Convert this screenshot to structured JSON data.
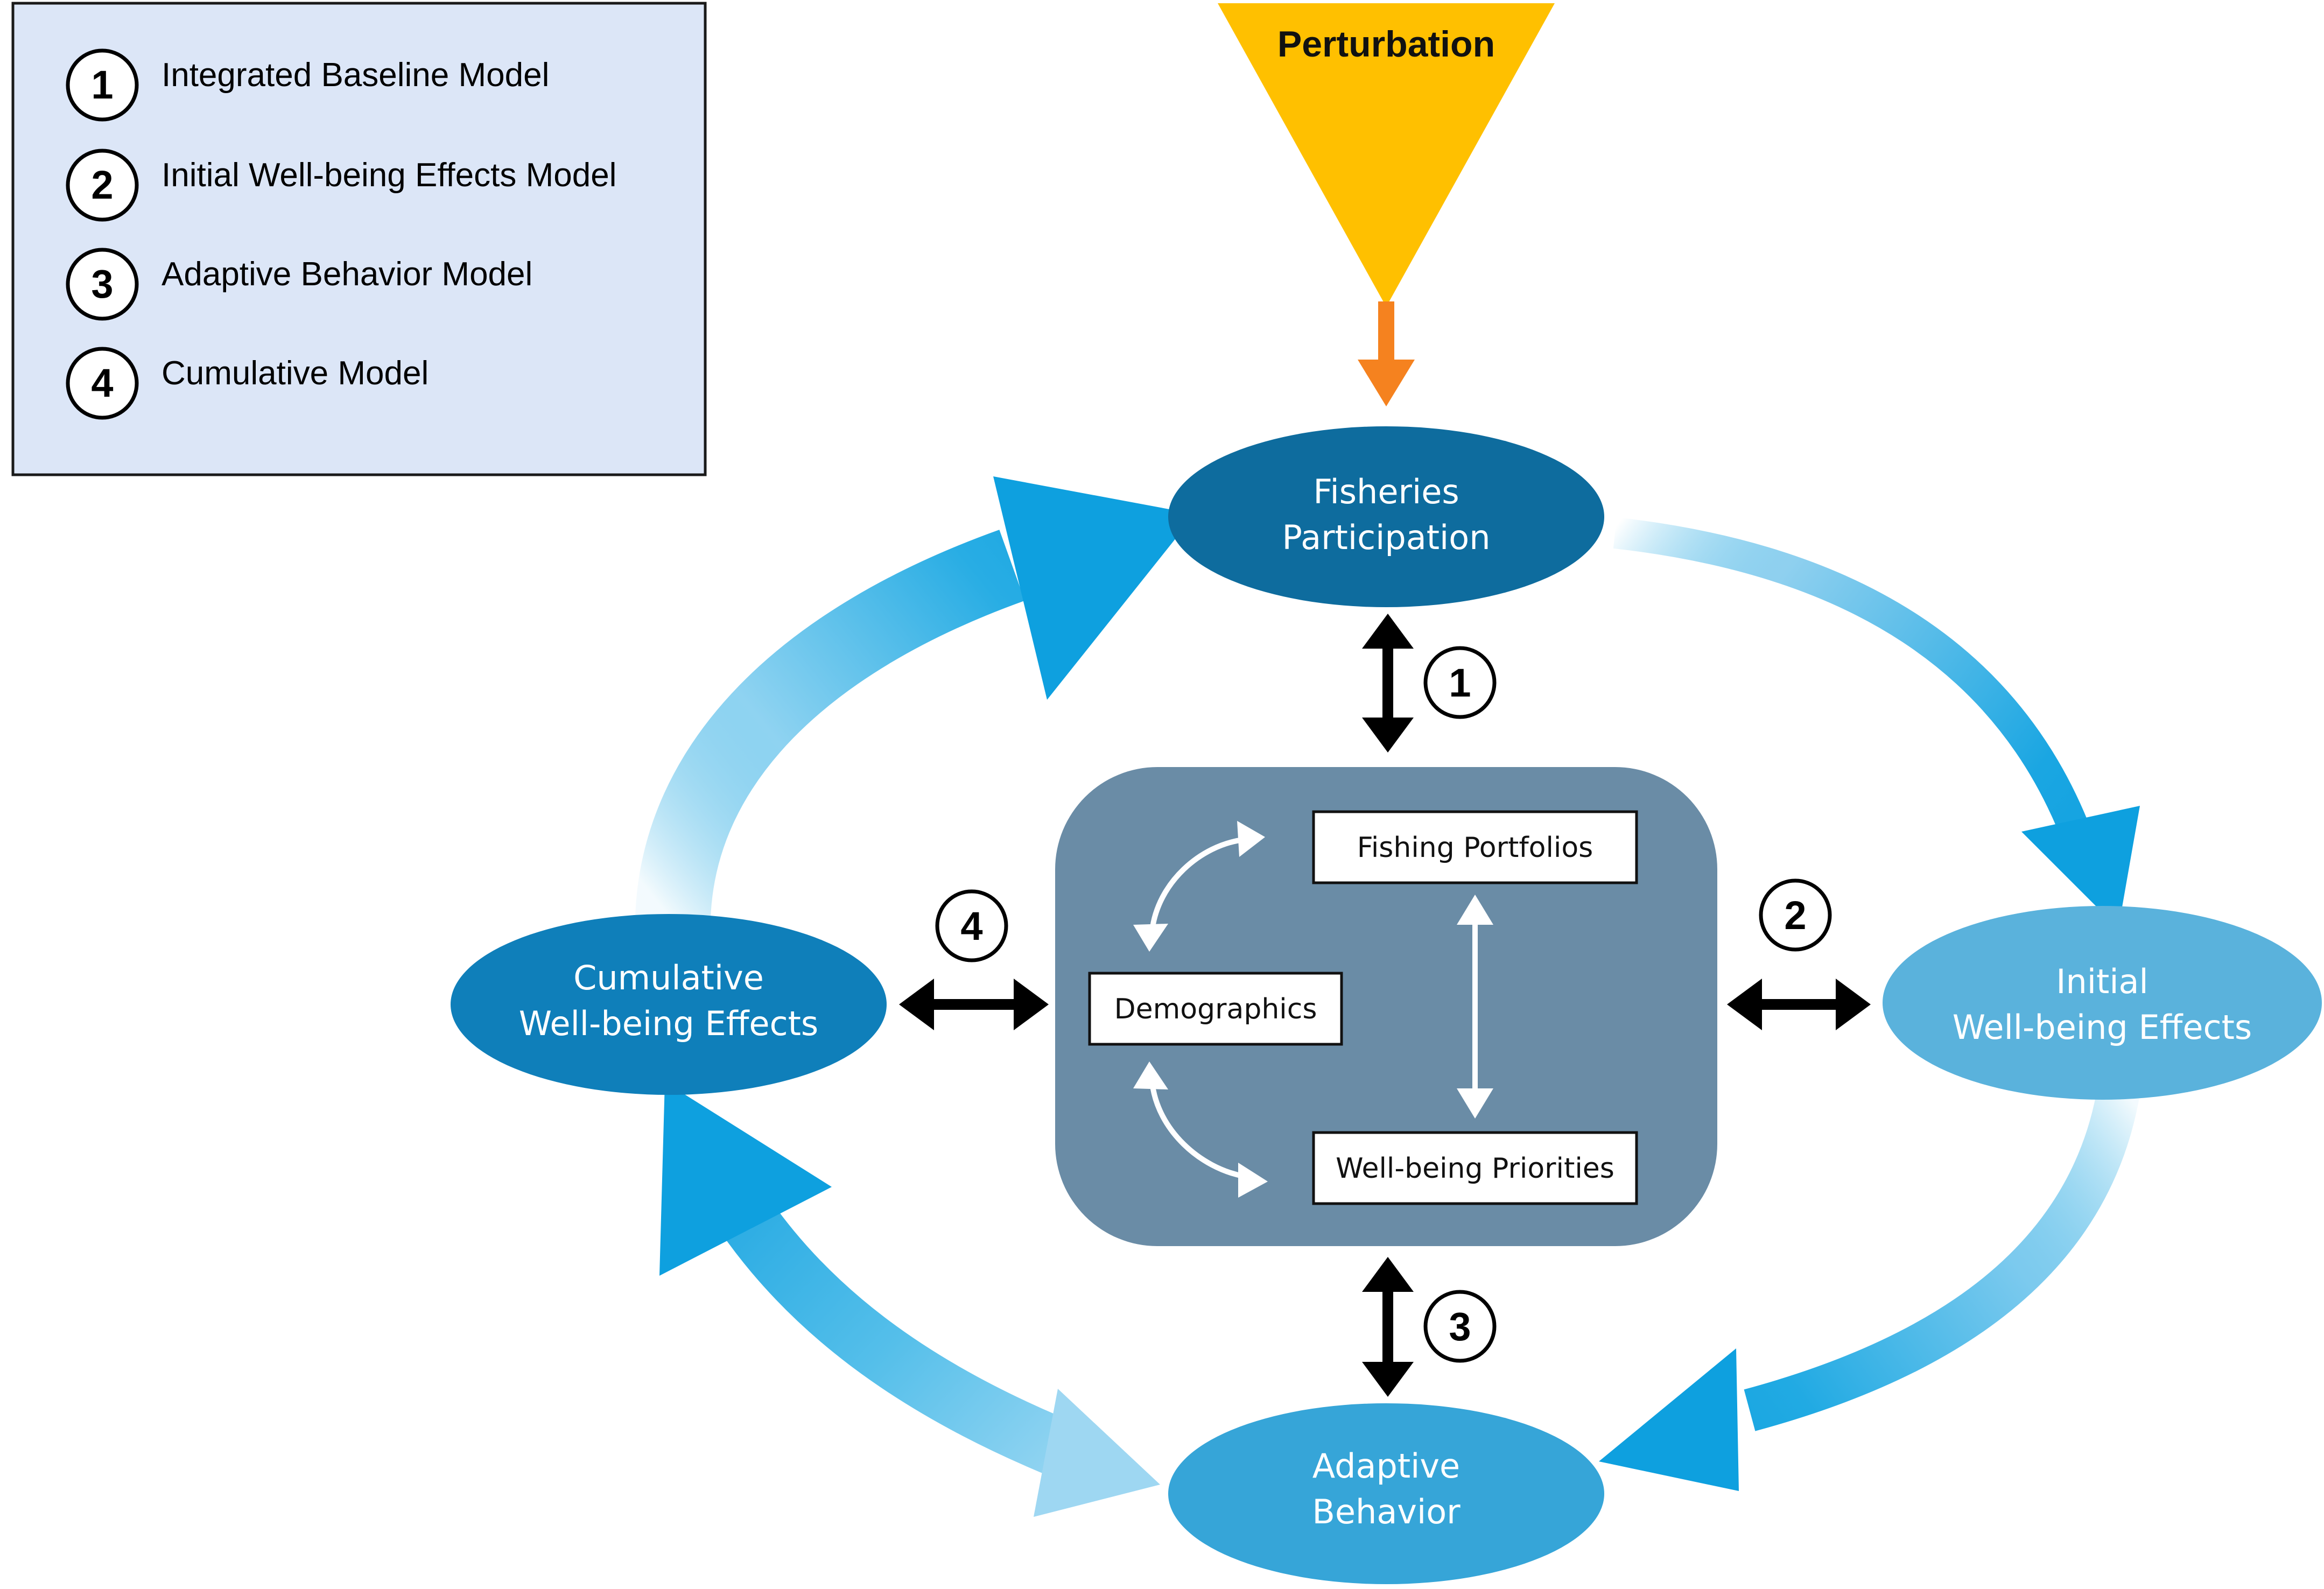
{
  "legend": {
    "items": [
      {
        "number": "1",
        "label": "Integrated Baseline Model"
      },
      {
        "number": "2",
        "label": "Initial Well-being Effects Model"
      },
      {
        "number": "3",
        "label": "Adaptive Behavior Model"
      },
      {
        "number": "4",
        "label": "Cumulative Model"
      }
    ]
  },
  "perturbation": {
    "label": "Perturbation"
  },
  "nodes": {
    "fisheries_participation": {
      "line1": "Fisheries",
      "line2": "Participation"
    },
    "initial_wellbeing": {
      "line1": "Initial",
      "line2": "Well-being Effects"
    },
    "adaptive_behavior": {
      "line1": "Adaptive",
      "line2": "Behavior"
    },
    "cumulative_wellbeing": {
      "line1": "Cumulative",
      "line2": "Well-being Effects"
    }
  },
  "center": {
    "fishing_portfolios": "Fishing Portfolios",
    "demographics": "Demographics",
    "wellbeing_priorities": "Well-being Priorities"
  },
  "connector_labels": {
    "top": "1",
    "right": "2",
    "bottom": "3",
    "left": "4"
  },
  "colors": {
    "legend_bg": "#dce6f7",
    "perturbation": "#ffc000",
    "perturbation_arrow": "#f5821f",
    "fisheries": "#0e6c9e",
    "cumulative": "#0f7fba",
    "initial": "#5ab2dc",
    "adaptive": "#36a5d8",
    "center_panel": "#6a8ca6",
    "flow_arrow": "#12a3e0"
  }
}
